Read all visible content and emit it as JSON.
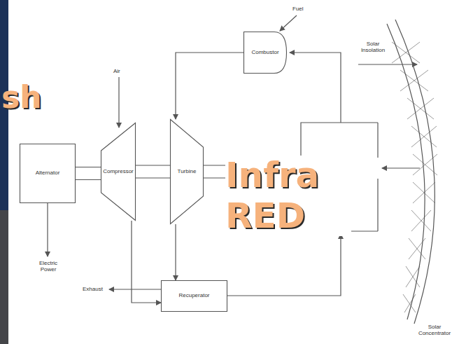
{
  "diagram": {
    "nodes": [
      {
        "text": [
          "Alternator"
        ]
      },
      {
        "text": [
          "Compressor"
        ]
      },
      {
        "text": [
          "Turbine"
        ]
      },
      {
        "text": [
          "Combustor"
        ]
      },
      {
        "text": [
          "Recuperator"
        ]
      }
    ],
    "edges": [
      {
        "from": 0,
        "to": 1,
        "arrow": "none"
      },
      {
        "from": 1,
        "to": 2,
        "arrow": "none"
      },
      {
        "from": 3,
        "to": 2,
        "arrow": "to"
      },
      {
        "from": 1,
        "to": 4,
        "arrow": "to"
      },
      {
        "from": 2,
        "to": 4,
        "arrow": "to"
      }
    ],
    "labels": [
      "sh",
      "Fuel",
      "Solar Insolation",
      "Air",
      "Electric Power",
      "Exhaust",
      "Infra RED",
      "Solar Concentrator"
    ]
  }
}
